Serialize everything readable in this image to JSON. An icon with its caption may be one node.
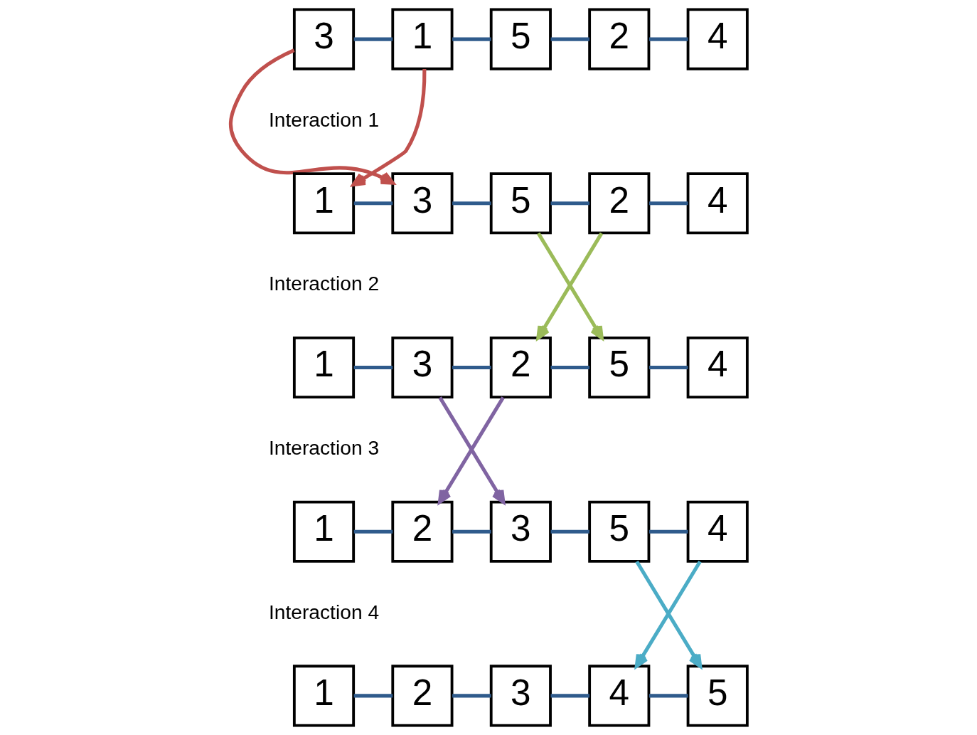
{
  "diagram": {
    "nodes": [
      {
        "text": [
          "3"
        ]
      },
      {
        "text": [
          "1"
        ]
      },
      {
        "text": [
          "5"
        ]
      },
      {
        "text": [
          "2"
        ]
      },
      {
        "text": [
          "4"
        ]
      },
      {
        "text": [
          "1"
        ]
      },
      {
        "text": [
          "3"
        ]
      },
      {
        "text": [
          "5"
        ]
      },
      {
        "text": [
          "2"
        ]
      },
      {
        "text": [
          "4"
        ]
      },
      {
        "text": [
          "1"
        ]
      },
      {
        "text": [
          "3"
        ]
      },
      {
        "text": [
          "2"
        ]
      },
      {
        "text": [
          "5"
        ]
      },
      {
        "text": [
          "4"
        ]
      },
      {
        "text": [
          "1"
        ]
      },
      {
        "text": [
          "2"
        ]
      },
      {
        "text": [
          "3"
        ]
      },
      {
        "text": [
          "5"
        ]
      },
      {
        "text": [
          "4"
        ]
      },
      {
        "text": [
          "1"
        ]
      },
      {
        "text": [
          "2"
        ]
      },
      {
        "text": [
          "3"
        ]
      },
      {
        "text": [
          "4"
        ]
      },
      {
        "text": [
          "5"
        ]
      }
    ],
    "edges": [
      {
        "from": 0,
        "to": 1,
        "arrow": "none"
      },
      {
        "from": 1,
        "to": 2,
        "arrow": "none"
      },
      {
        "from": 2,
        "to": 3,
        "arrow": "none"
      },
      {
        "from": 3,
        "to": 4,
        "arrow": "none"
      },
      {
        "from": 0,
        "to": 6,
        "arrow": "to",
        "color": "#c0504d"
      },
      {
        "from": 1,
        "to": 5,
        "arrow": "to",
        "color": "#c0504d"
      },
      {
        "from": 5,
        "to": 6,
        "arrow": "none"
      },
      {
        "from": 6,
        "to": 7,
        "arrow": "none"
      },
      {
        "from": 7,
        "to": 8,
        "arrow": "none"
      },
      {
        "from": 8,
        "to": 9,
        "arrow": "none"
      },
      {
        "from": 7,
        "to": 13,
        "arrow": "to",
        "color": "#9bbb59"
      },
      {
        "from": 8,
        "to": 12,
        "arrow": "to",
        "color": "#9bbb59"
      },
      {
        "from": 10,
        "to": 11,
        "arrow": "none"
      },
      {
        "from": 11,
        "to": 12,
        "arrow": "none"
      },
      {
        "from": 12,
        "to": 13,
        "arrow": "none"
      },
      {
        "from": 13,
        "to": 14,
        "arrow": "none"
      },
      {
        "from": 11,
        "to": 17,
        "arrow": "to",
        "color": "#8064a2"
      },
      {
        "from": 12,
        "to": 16,
        "arrow": "to",
        "color": "#8064a2"
      },
      {
        "from": 15,
        "to": 16,
        "arrow": "none"
      },
      {
        "from": 16,
        "to": 17,
        "arrow": "none"
      },
      {
        "from": 17,
        "to": 18,
        "arrow": "none"
      },
      {
        "from": 18,
        "to": 19,
        "arrow": "none"
      },
      {
        "from": 18,
        "to": 24,
        "arrow": "to",
        "color": "#4bacc6"
      },
      {
        "from": 19,
        "to": 23,
        "arrow": "to",
        "color": "#4bacc6"
      },
      {
        "from": 20,
        "to": 21,
        "arrow": "none"
      },
      {
        "from": 21,
        "to": 22,
        "arrow": "none"
      },
      {
        "from": 22,
        "to": 23,
        "arrow": "none"
      },
      {
        "from": 23,
        "to": 24,
        "arrow": "none"
      }
    ],
    "labels": [
      "Interaction 1",
      "Interaction 2",
      "Interaction 3",
      "Interaction 4"
    ]
  }
}
